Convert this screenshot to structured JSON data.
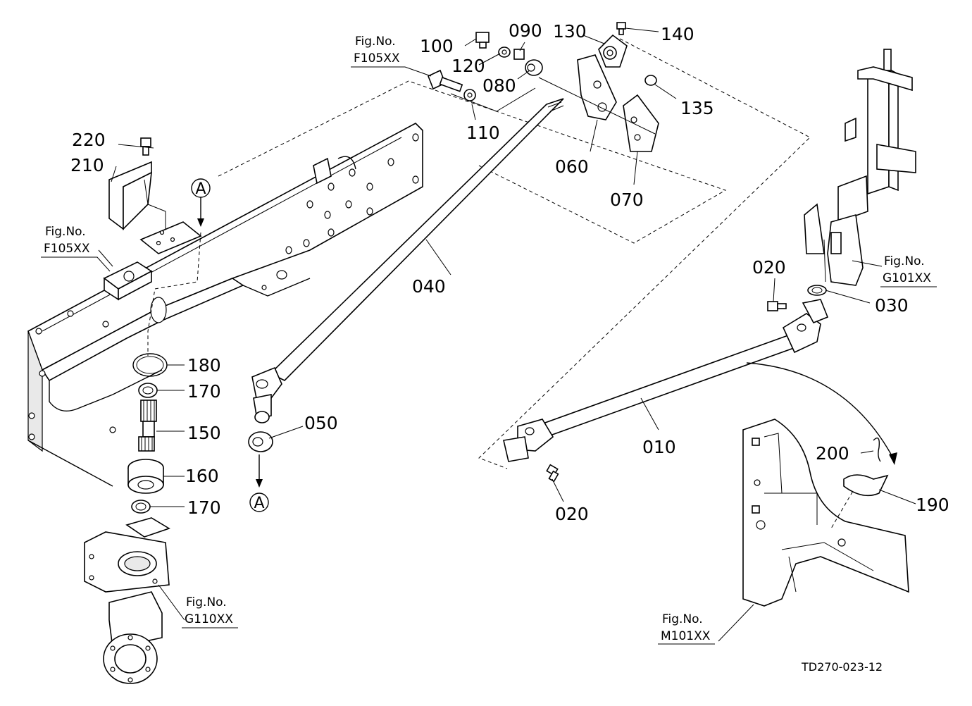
{
  "parts": [
    {
      "id": "p010",
      "label": "010"
    },
    {
      "id": "p020a",
      "label": "020"
    },
    {
      "id": "p020b",
      "label": "020"
    },
    {
      "id": "p030",
      "label": "030"
    },
    {
      "id": "p040",
      "label": "040"
    },
    {
      "id": "p050",
      "label": "050"
    },
    {
      "id": "p060",
      "label": "060"
    },
    {
      "id": "p070",
      "label": "070"
    },
    {
      "id": "p080",
      "label": "080"
    },
    {
      "id": "p090",
      "label": "090"
    },
    {
      "id": "p100",
      "label": "100"
    },
    {
      "id": "p110",
      "label": "110"
    },
    {
      "id": "p120",
      "label": "120"
    },
    {
      "id": "p130",
      "label": "130"
    },
    {
      "id": "p135",
      "label": "135"
    },
    {
      "id": "p140",
      "label": "140"
    },
    {
      "id": "p150",
      "label": "150"
    },
    {
      "id": "p160",
      "label": "160"
    },
    {
      "id": "p170a",
      "label": "170"
    },
    {
      "id": "p170b",
      "label": "170"
    },
    {
      "id": "p180",
      "label": "180"
    },
    {
      "id": "p190",
      "label": "190"
    },
    {
      "id": "p200",
      "label": "200"
    },
    {
      "id": "p210",
      "label": "210"
    },
    {
      "id": "p220",
      "label": "220"
    }
  ],
  "figure_refs": [
    {
      "id": "ref_f105_top",
      "caption": "Fig.No.",
      "number": "F105XX"
    },
    {
      "id": "ref_f105_left",
      "caption": "Fig.No.",
      "number": "F105XX"
    },
    {
      "id": "ref_g101",
      "caption": "Fig.No.",
      "number": "G101XX"
    },
    {
      "id": "ref_g110",
      "caption": "Fig.No.",
      "number": "G110XX"
    },
    {
      "id": "ref_m101",
      "caption": "Fig.No.",
      "number": "M101XX"
    }
  ],
  "callouts": {
    "a_top": "A",
    "a_bottom": "A"
  },
  "drawing_code": "TD270-023-12"
}
